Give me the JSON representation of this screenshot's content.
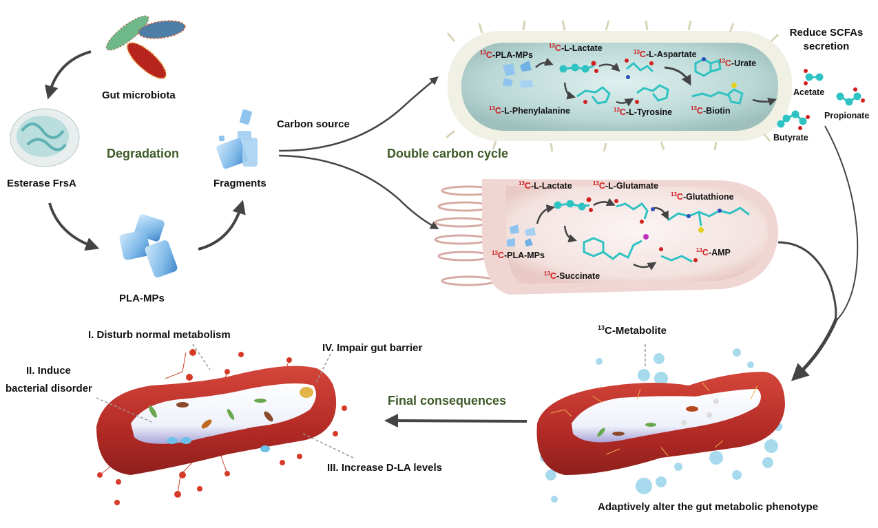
{
  "title": "Gut microbiota degradation of PLA microplastics and double carbon cycle",
  "colors": {
    "arrow": "#444444",
    "green_label": "#3d5a27",
    "isotope_red": "#d01c1c",
    "bacterium_top_body": "#c8e0e0",
    "bacterium_bottom_body": "#f6e8e6",
    "gut_red": "#b8302a",
    "microplastic_blue": "#8cc4ec"
  },
  "degradation_cycle": {
    "gut_microbiota": "Gut microbiota",
    "esterase": "Esterase FrsA",
    "plamps": "PLA-MPs",
    "fragments": "Fragments",
    "center_label": "Degradation"
  },
  "carbon_source": "Carbon source",
  "double_carbon_cycle": "Double carbon cycle",
  "isotope_prefix": {
    "mass": "13",
    "element": "C"
  },
  "top_bacterium": {
    "metabolites": [
      {
        "id": "pla-mps",
        "name": "-PLA-MPs"
      },
      {
        "id": "l-lactate",
        "name": "-L-Lactate"
      },
      {
        "id": "l-aspartate",
        "name": "-L-Aspartate"
      },
      {
        "id": "urate",
        "name": "-Urate"
      },
      {
        "id": "l-phenylalanine",
        "name": "-L-Phenylalanine"
      },
      {
        "id": "l-tyrosine",
        "name": "-L-Tyrosine"
      },
      {
        "id": "biotin",
        "name": "-Biotin"
      }
    ]
  },
  "scfa": {
    "title_line1": "Reduce SCFAs",
    "title_line2": "secretion",
    "items": [
      "Acetate",
      "Propionate",
      "Butyrate"
    ]
  },
  "bottom_bacterium": {
    "metabolites": [
      {
        "id": "l-lactate",
        "name": "-L-Lactate"
      },
      {
        "id": "l-glutamate",
        "name": "-L-Glutamate"
      },
      {
        "id": "glutathione",
        "name": "-Glutathione"
      },
      {
        "id": "pla-mps",
        "name": "-PLA-MPs"
      },
      {
        "id": "amp",
        "name": "-AMP"
      },
      {
        "id": "succinate",
        "name": "-Succinate"
      }
    ]
  },
  "right_gut": {
    "metabolite_label": "C-Metabolite",
    "metabolite_mass": "13",
    "caption": "Adaptively alter the gut metabolic phenotype"
  },
  "final_consequences": "Final consequences",
  "left_gut": {
    "effects": [
      "I. Disturb normal metabolism",
      "II. Induce",
      "bacterial disorder",
      "III. Increase D-LA levels",
      "IV. Impair gut barrier"
    ]
  }
}
